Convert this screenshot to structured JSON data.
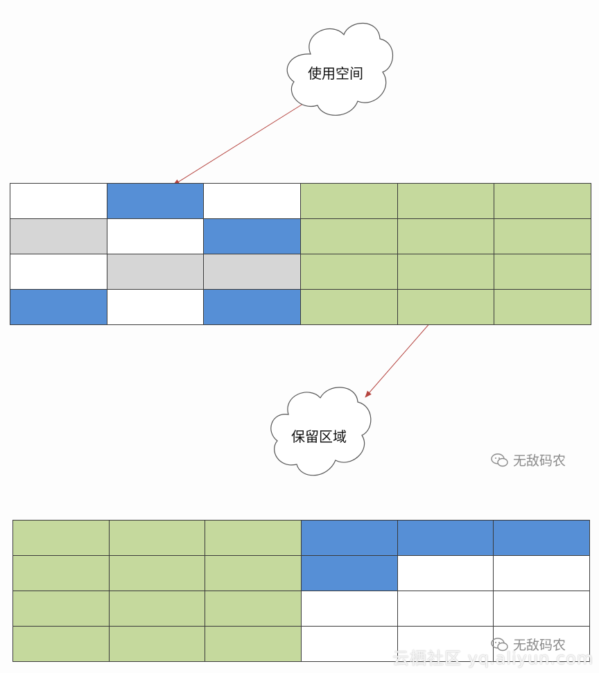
{
  "colors": {
    "used": "#568fd6",
    "free": "#ffffff",
    "deleted": "#d6d6d6",
    "reserved": "#c5d99d",
    "border": "#3a3a3a",
    "arrow": "#b5433e"
  },
  "cloud_used": {
    "label": "使用空间"
  },
  "cloud_reserved": {
    "label": "保留区域"
  },
  "watermark_middle": {
    "text": "无敌码农",
    "icon": "wechat-icon"
  },
  "watermark_bottom": {
    "text": "无敌码农",
    "icon": "wechat-icon"
  },
  "footer_watermark": {
    "text": "云栖社区 yq.aliyun.com"
  },
  "top_grid": {
    "rows": [
      [
        "free",
        "used",
        "free",
        "reserved",
        "reserved",
        "reserved"
      ],
      [
        "deleted",
        "free",
        "used",
        "reserved",
        "reserved",
        "reserved"
      ],
      [
        "free",
        "deleted",
        "deleted",
        "reserved",
        "reserved",
        "reserved"
      ],
      [
        "used",
        "free",
        "used",
        "reserved",
        "reserved",
        "reserved"
      ]
    ]
  },
  "bottom_grid": {
    "rows": [
      [
        "reserved",
        "reserved",
        "reserved",
        "used",
        "used",
        "used"
      ],
      [
        "reserved",
        "reserved",
        "reserved",
        "used",
        "free",
        "free"
      ],
      [
        "reserved",
        "reserved",
        "reserved",
        "free",
        "free",
        "free"
      ],
      [
        "reserved",
        "reserved",
        "reserved",
        "free",
        "free",
        "free"
      ]
    ]
  }
}
